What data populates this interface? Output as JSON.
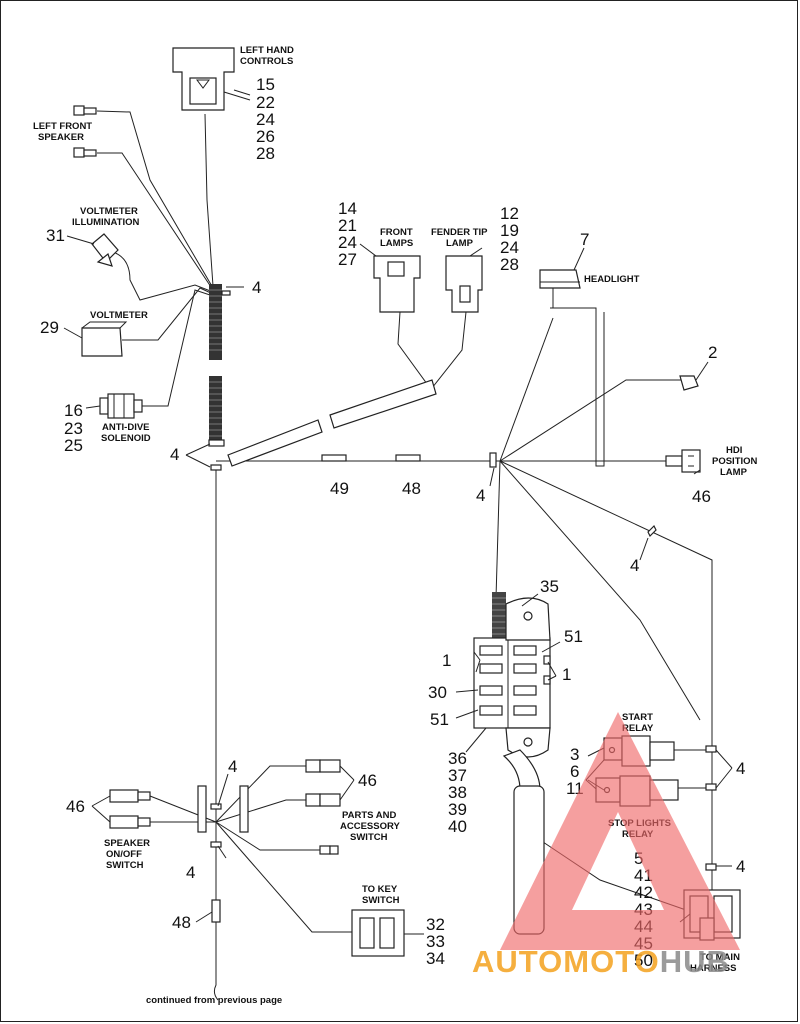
{
  "labels": {
    "left_hand_controls": [
      "LEFT HAND",
      "CONTROLS"
    ],
    "left_front_speaker": [
      "LEFT FRONT",
      "SPEAKER"
    ],
    "voltmeter_illumination": [
      "VOLTMETER",
      "ILLUMINATION"
    ],
    "voltmeter": "VOLTMETER",
    "anti_dive_solenoid": [
      "ANTI-DIVE",
      "SOLENOID"
    ],
    "front_lamps": [
      "FRONT",
      "LAMPS"
    ],
    "fender_tip_lamp": [
      "FENDER TIP",
      "LAMP"
    ],
    "headlight": "HEADLIGHT",
    "hdi_position_lamp": [
      "HDI",
      "POSITION",
      "LAMP"
    ],
    "start_relay": [
      "START",
      "RELAY"
    ],
    "stop_lights_relay": [
      "STOP LIGHTS",
      "RELAY"
    ],
    "speaker_switch": [
      "SPEAKER",
      "ON/OFF",
      "SWITCH"
    ],
    "parts_accessory_switch": [
      "PARTS AND",
      "ACCESSORY",
      "SWITCH"
    ],
    "to_key_switch": [
      "TO KEY",
      "SWITCH"
    ],
    "to_main_harness": [
      "TO MAIN",
      "HARNESS"
    ],
    "footer": "continued from previous page"
  },
  "callouts": {
    "left_hand_controls": [
      "15",
      "22",
      "24",
      "26",
      "28"
    ],
    "voltmeter_illumination": "31",
    "voltmeter": "29",
    "anti_dive": [
      "16",
      "23",
      "25"
    ],
    "front_lamps": [
      "14",
      "21",
      "24",
      "27"
    ],
    "fender_tip": [
      "12",
      "19",
      "24",
      "28"
    ],
    "headlight": "7",
    "hdi_top": "2",
    "hdi_lamp": "46",
    "clip_top": "4",
    "clip_left": "4",
    "clip_mid": "4",
    "clip_diag": "4",
    "conn_49": "49",
    "conn_48_top": "48",
    "fuse_35": "35",
    "fuse_51_top": "51",
    "fuse_1_left": "1",
    "fuse_1_right": "1",
    "fuse_30": "30",
    "fuse_51_bottom": "51",
    "fuse_group": [
      "36",
      "37",
      "38",
      "39",
      "40"
    ],
    "relay_3": "3",
    "relay_6": "6",
    "relay_11": "11",
    "relay_4_right": "4",
    "main_4": "4",
    "main_group": [
      "5",
      "41",
      "42",
      "43",
      "44",
      "45",
      "50"
    ],
    "switch_4_top": "4",
    "switch_4_bottom": "4",
    "speaker_46": "46",
    "parts_46": "46",
    "conn_48_bottom": "48",
    "key_group": [
      "32",
      "33",
      "34"
    ]
  },
  "watermark": {
    "text": "AUTOMOTOHUB",
    "colors": {
      "triangle": "#f06a6a",
      "text_orange": "#f4a21e",
      "text_gray": "#8a8a8a"
    }
  }
}
